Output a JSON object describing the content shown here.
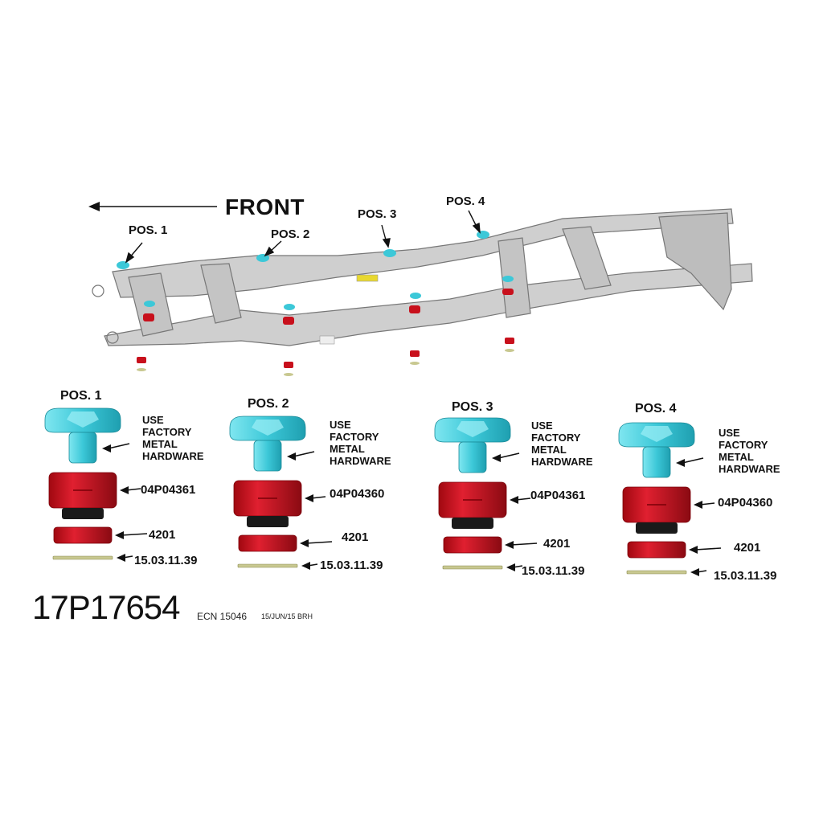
{
  "front_label": "FRONT",
  "frame_positions": [
    "POS. 1",
    "POS. 2",
    "POS. 3",
    "POS. 4"
  ],
  "groups": [
    {
      "title": "POS. 1",
      "hardware": "USE\nFACTORY\nMETAL\nHARDWARE",
      "bushing": "04P04361",
      "spacer": "4201",
      "washer": "15.03.11.39"
    },
    {
      "title": "POS. 2",
      "hardware": "USE\nFACTORY\nMETAL\nHARDWARE",
      "bushing": "04P04360",
      "spacer": "4201",
      "washer": "15.03.11.39"
    },
    {
      "title": "POS. 3",
      "hardware": "USE\nFACTORY\nMETAL\nHARDWARE",
      "bushing": "04P04361",
      "spacer": "4201",
      "washer": "15.03.11.39"
    },
    {
      "title": "POS. 4",
      "hardware": "USE\nFACTORY\nMETAL\nHARDWARE",
      "bushing": "04P04360",
      "spacer": "4201",
      "washer": "15.03.11.39"
    }
  ],
  "part_number": "17P17654",
  "ecn": "ECN 15046",
  "ecn_date": "15/JUN/15 BRH",
  "colors": {
    "cyan_part": "#3cc8d8",
    "red_part": "#c8101c",
    "frame": "#c9c9c9",
    "washer": "#c8c890"
  }
}
